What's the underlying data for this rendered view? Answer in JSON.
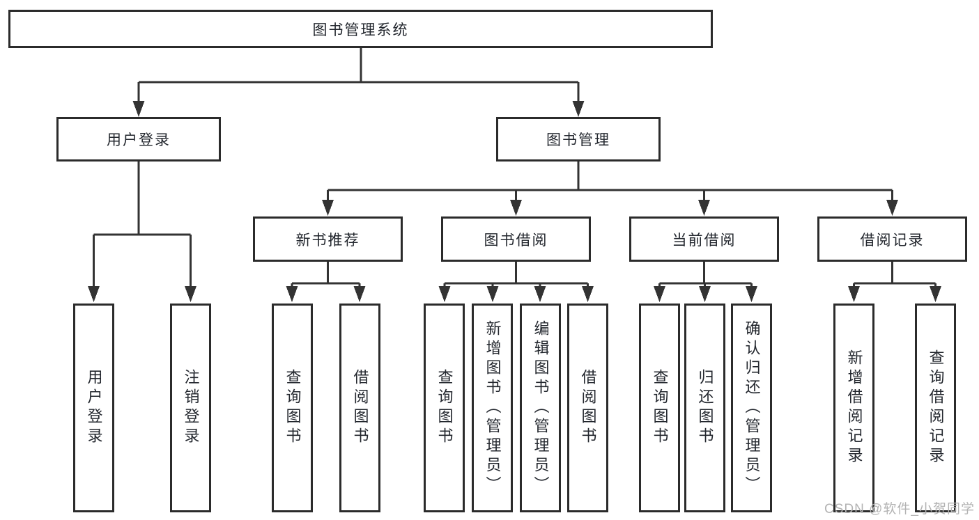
{
  "tree": {
    "root_label": "图书管理系统",
    "level2": [
      "用户登录",
      "图书管理"
    ],
    "level3": [
      "新书推荐",
      "图书借阅",
      "当前借阅",
      "借阅记录"
    ],
    "leaves": {
      "user_login": [
        "用户登录",
        "注销登录"
      ],
      "new_book_recommend": [
        "查询图书",
        "借阅图书"
      ],
      "book_borrow": [
        "查询图书",
        "新增图书（管理员）",
        "编辑图书（管理员）",
        "借阅图书"
      ],
      "current_borrow": [
        "查询图书",
        "归还图书",
        "确认归还（管理员）"
      ],
      "borrow_records": [
        "新增借阅记录",
        "查询借阅记录"
      ]
    }
  },
  "watermark": "CSDN @软件_小贺同学",
  "colors": {
    "line": "#333333",
    "border": "#2b2b2b",
    "text": "#23272e",
    "watermark": "#b3b3b3",
    "background": "#ffffff"
  }
}
